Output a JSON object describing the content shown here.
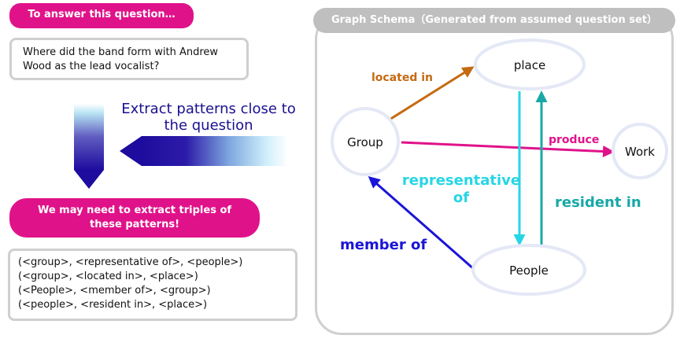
{
  "left": {
    "question_header": "To answer this question…",
    "question_text": "Where did the band form with Andrew Wood as the lead vocalist?",
    "extract_label": "Extract patterns close to the question",
    "triples_header": "We may need to extract triples of these patterns!",
    "triples": [
      "(<group>, <representative of>, <people>)",
      "(<group>, <located in>, <place>)",
      "(<People>, <member of>, <group>)",
      "(<people>, <resident in>, <place>)"
    ]
  },
  "schema": {
    "title": "Graph Schema（Generated from assumed question set）",
    "nodes": {
      "place": "place",
      "group": "Group",
      "work": "Work",
      "people": "People"
    },
    "edges": {
      "located_in": "located in",
      "produce": "produce",
      "representative_of_line1": "representative",
      "representative_of_line2": "of",
      "resident_in": "resident in",
      "member_of": "member of"
    }
  },
  "colors": {
    "magenta": "#e0128a",
    "navy": "#1a1090",
    "brown": "#c46a12",
    "cyan": "#26d6e4",
    "teal": "#18a8a8",
    "blue": "#1a14d8",
    "node_border": "#e4e8f6",
    "panel_border": "#cfcfcf"
  }
}
